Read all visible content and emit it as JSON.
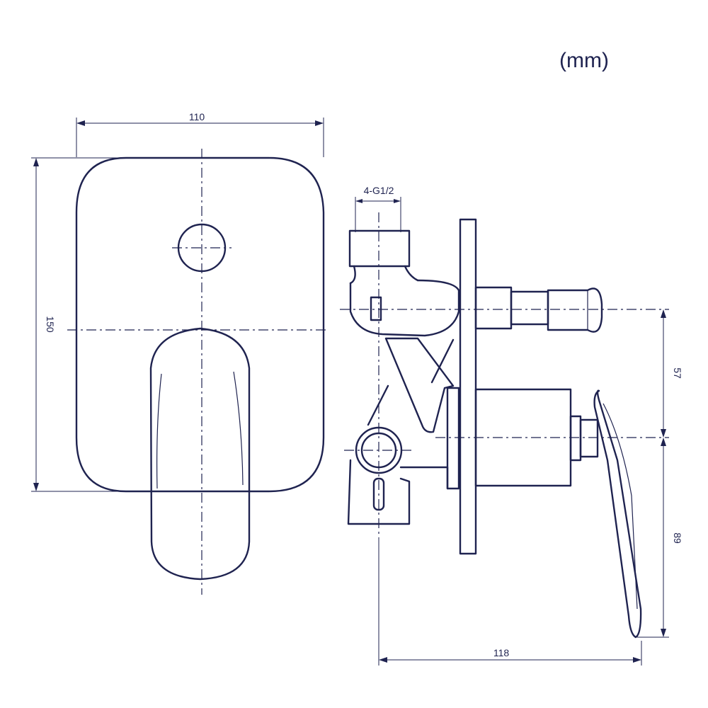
{
  "unit_label": "(mm)",
  "dimensions": {
    "plate_width": "110",
    "plate_height": "150",
    "thread_spec": "4-G1/2",
    "upper_spacing": "57",
    "lower_spacing": "89",
    "total_depth": "118"
  },
  "colors": {
    "line": "#1f2350",
    "background": "#ffffff"
  }
}
